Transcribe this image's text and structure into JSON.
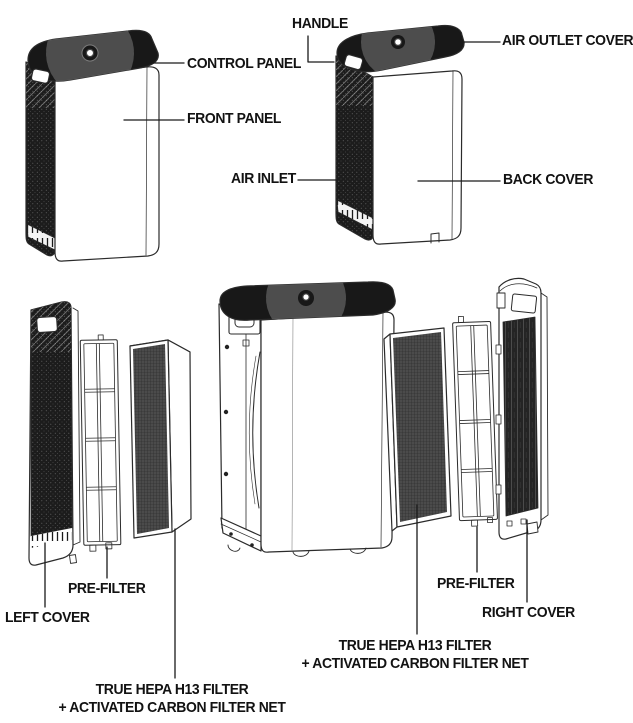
{
  "labels": {
    "handle": "HANDLE",
    "control_panel": "CONTROL PANEL",
    "air_outlet_cover": "AIR OUTLET COVER",
    "front_panel": "FRONT PANEL",
    "air_inlet": "AIR INLET",
    "back_cover": "BACK COVER",
    "pre_filter_left": "PRE-FILTER",
    "left_cover": "LEFT COVER",
    "true_hepa_line1": "TRUE HEPA H13 FILTER",
    "true_hepa_line2": "+ ACTIVATED CARBON FILTER NET",
    "pre_filter_right": "PRE-FILTER",
    "right_cover": "RIGHT COVER"
  },
  "colors": {
    "line": "#2b2b2b",
    "dark_fill": "#181818",
    "text": "#121212",
    "background": "#ffffff"
  }
}
